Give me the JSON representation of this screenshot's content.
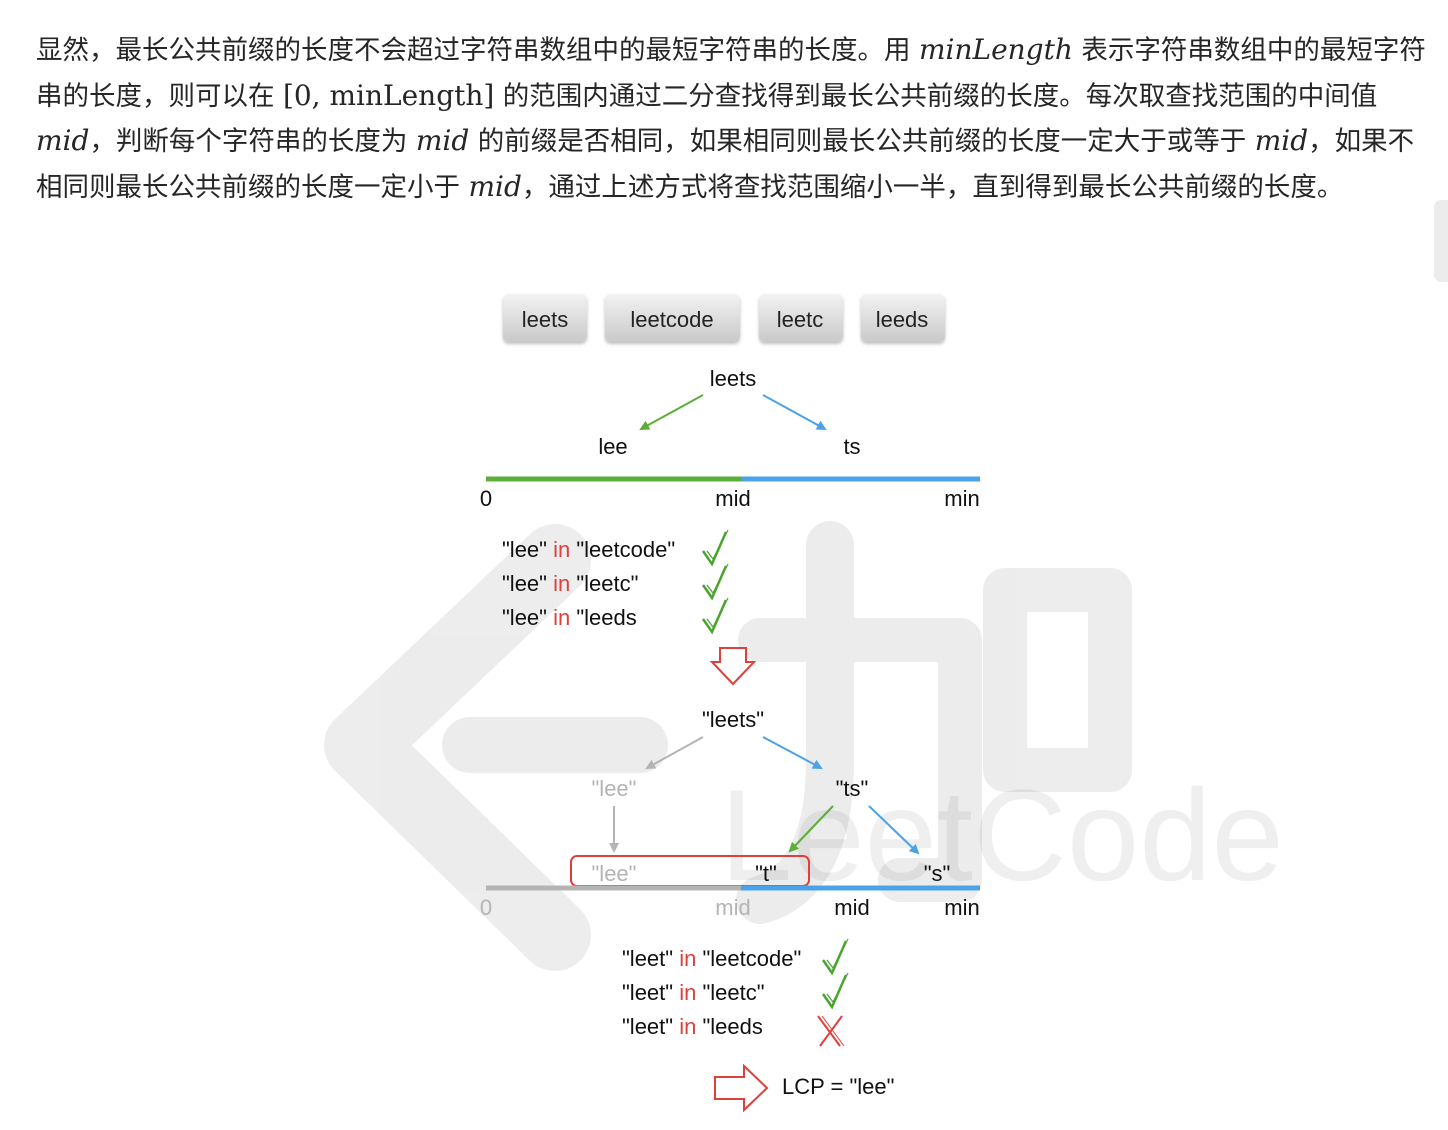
{
  "paragraph": {
    "p1": "显然，最长公共前缀的长度不会超过字符串数组中的最短字符串的长度。用",
    "m1": "minLength",
    "p2": "表示字符串数组中的最短字符串的长度，则可以在",
    "m2": "[0, minLength]",
    "p3": "的范围内通过二分查找得到最长公共前缀的长度。每次取查找范围的中间值",
    "m3": "mid",
    "p4": "，判断每个字符串的长度为",
    "m4": "mid",
    "p5": "的前缀是否相同，如果相同则最长公共前缀的长度一定大于或等于",
    "m5": "mid",
    "p6": "，如果不相同则最长公共前缀的长度一定小于",
    "m6": "mid",
    "p7": "，通过上述方式将查找范围缩小一半，直到得到最长公共前缀的长度。"
  },
  "figure": {
    "words": [
      "leets",
      "leetcode",
      "leetc",
      "leeds"
    ],
    "step1": {
      "root": "leets",
      "left": "lee",
      "right": "ts",
      "axis": [
        "0",
        "mid",
        "min"
      ],
      "checks": [
        {
          "prefix": "\"lee\"",
          "op": "in",
          "target": "\"leetcode\""
        },
        {
          "prefix": "\"lee\"",
          "op": "in",
          "target": "\"leetc\""
        },
        {
          "prefix": "\"lee\"",
          "op": "in",
          "target": "\"leeds"
        }
      ]
    },
    "step2": {
      "root": "\"leets\"",
      "left": "\"lee\"",
      "right": "\"ts\"",
      "left_down": "\"lee\"",
      "right_left": "\"t\"",
      "right_right": "\"s\"",
      "axis": [
        "0",
        "mid",
        "mid",
        "min"
      ],
      "checks": [
        {
          "prefix": "\"leet\"",
          "op": "in",
          "target": "\"leetcode\"",
          "ok": true
        },
        {
          "prefix": "\"leet\"",
          "op": "in",
          "target": "\"leetc\"",
          "ok": true
        },
        {
          "prefix": "\"leet\"",
          "op": "in",
          "target": "\"leeds",
          "ok": false
        }
      ]
    },
    "result": "LCP = \"lee\"",
    "watermark": {
      "cn": "力扣",
      "en": "LeetCode"
    },
    "colors": {
      "green": "#5cad3a",
      "blue": "#4aa3ea",
      "gray": "#b4b4b4",
      "red": "#e0403a",
      "check": "#4aa52e"
    }
  }
}
